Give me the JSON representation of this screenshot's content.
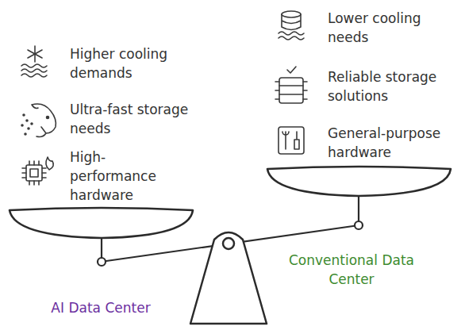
{
  "diagram": {
    "labels": [
      "Higher cooling demands",
      "Ultra-fast storage needs",
      "High-performance hardware",
      "Lower cooling needs",
      "Reliable storage solutions",
      "General-purpose hardware",
      "AI Data Center",
      "Conventional Data Center"
    ]
  }
}
